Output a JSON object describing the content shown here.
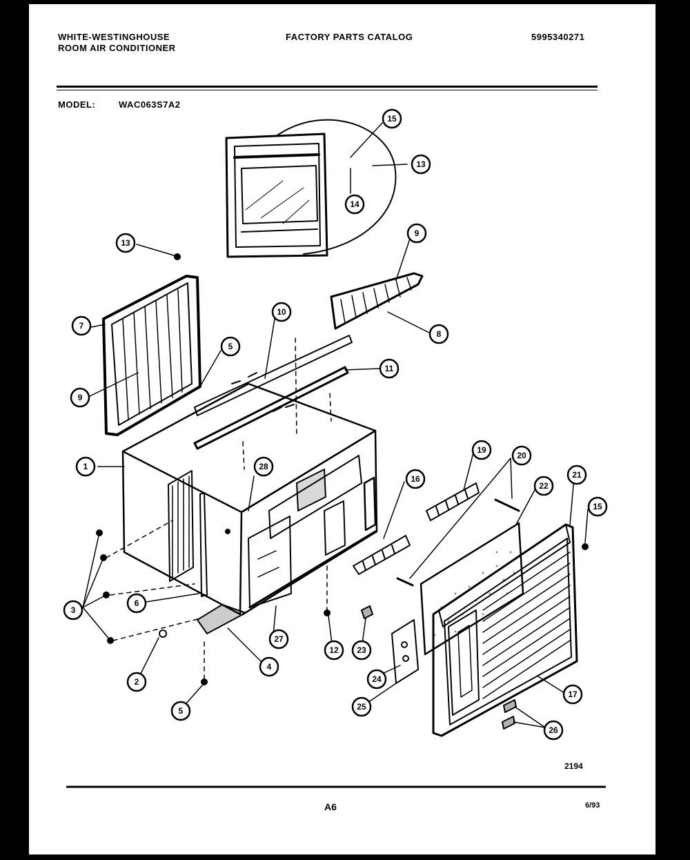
{
  "header": {
    "manufacturer": "WHITE-WESTINGHOUSE",
    "product": "ROOM AIR CONDITIONER",
    "catalog_title": "FACTORY PARTS CATALOG",
    "catalog_number": "5995340271",
    "model_label": "MODEL:",
    "model_value": "WAC063S7A2"
  },
  "footer": {
    "drawing_code": "2194",
    "page_label": "A6",
    "date": "6/93"
  },
  "callouts": [
    {
      "id": "c15a",
      "label": "15"
    },
    {
      "id": "c13a",
      "label": "13"
    },
    {
      "id": "c14",
      "label": "14"
    },
    {
      "id": "c13b",
      "label": "13"
    },
    {
      "id": "c9a",
      "label": "9"
    },
    {
      "id": "c7",
      "label": "7"
    },
    {
      "id": "c8",
      "label": "8"
    },
    {
      "id": "c10",
      "label": "10"
    },
    {
      "id": "c5a",
      "label": "5"
    },
    {
      "id": "c11",
      "label": "11"
    },
    {
      "id": "c9b",
      "label": "9"
    },
    {
      "id": "c1",
      "label": "1"
    },
    {
      "id": "c28",
      "label": "28"
    },
    {
      "id": "c19",
      "label": "19"
    },
    {
      "id": "c20",
      "label": "20"
    },
    {
      "id": "c21",
      "label": "21"
    },
    {
      "id": "c16",
      "label": "16"
    },
    {
      "id": "c22",
      "label": "22"
    },
    {
      "id": "c15b",
      "label": "15"
    },
    {
      "id": "c3",
      "label": "3"
    },
    {
      "id": "c6",
      "label": "6"
    },
    {
      "id": "c27",
      "label": "27"
    },
    {
      "id": "c12",
      "label": "12"
    },
    {
      "id": "c23",
      "label": "23"
    },
    {
      "id": "c4",
      "label": "4"
    },
    {
      "id": "c2",
      "label": "2"
    },
    {
      "id": "c24",
      "label": "24"
    },
    {
      "id": "c17",
      "label": "17"
    },
    {
      "id": "c25",
      "label": "25"
    },
    {
      "id": "c5b",
      "label": "5"
    },
    {
      "id": "c26",
      "label": "26"
    }
  ]
}
